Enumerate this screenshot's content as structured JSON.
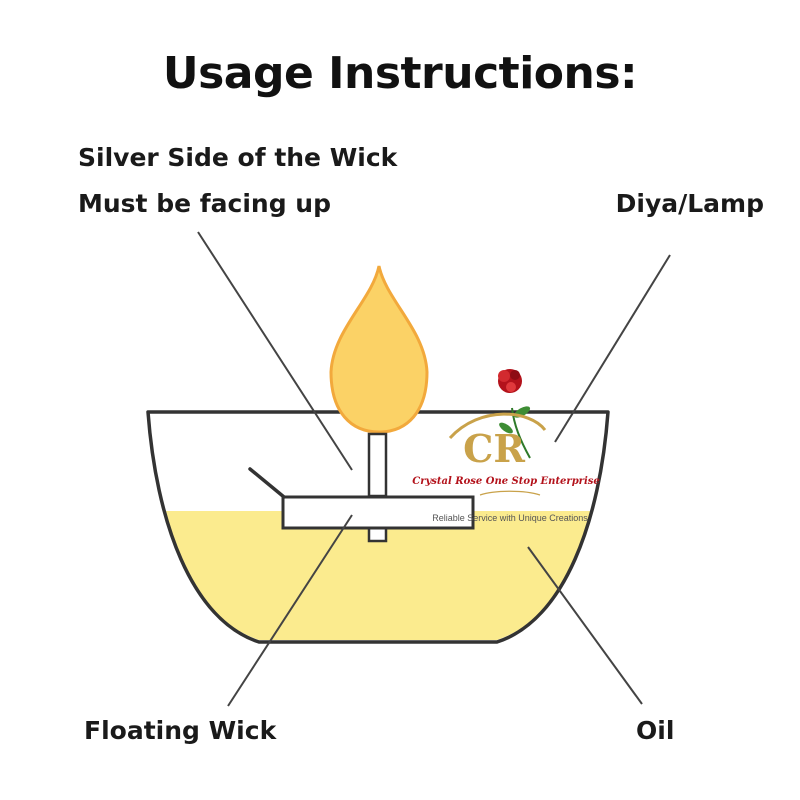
{
  "title": "Usage Instructions:",
  "labels": {
    "silver_side_line1": "Silver Side of the Wick",
    "silver_side_line2": "Must be facing up",
    "diya_lamp": "Diya/Lamp",
    "floating_wick": "Floating Wick",
    "oil": "Oil"
  },
  "watermark": {
    "monogram": "CR",
    "company": "Crystal Rose One Stop Enterprise",
    "tagline": "Reliable Service with Unique Creations"
  },
  "colors": {
    "oil": "#fbeb8e",
    "flame_fill": "#fbd266",
    "flame_outline": "#f2a93c",
    "outline": "#333333",
    "leader_line": "#444444",
    "logo_gold": "#c9a24a",
    "logo_red": "#b3121b"
  }
}
